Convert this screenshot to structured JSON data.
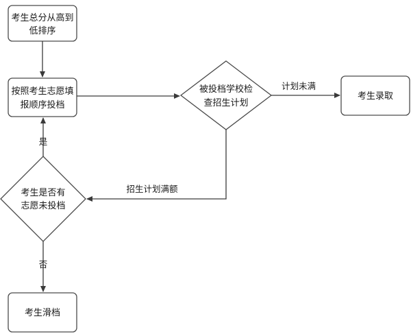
{
  "nodes": {
    "sort": {
      "lines": [
        "考生总分从高到",
        "低排序"
      ]
    },
    "submit": {
      "lines": [
        "按照考生志愿填",
        "报顺序投档"
      ]
    },
    "check": {
      "lines": [
        "被投档学校检",
        "查招生计划"
      ]
    },
    "admit": {
      "lines": [
        "考生录取"
      ]
    },
    "decide": {
      "lines": [
        "考生是否有",
        "志愿未投档"
      ]
    },
    "fail": {
      "lines": [
        "考生滑档"
      ]
    }
  },
  "edges": {
    "not_full": "计划未满",
    "full": "招生计划满额",
    "yes": "是",
    "no": "否"
  }
}
